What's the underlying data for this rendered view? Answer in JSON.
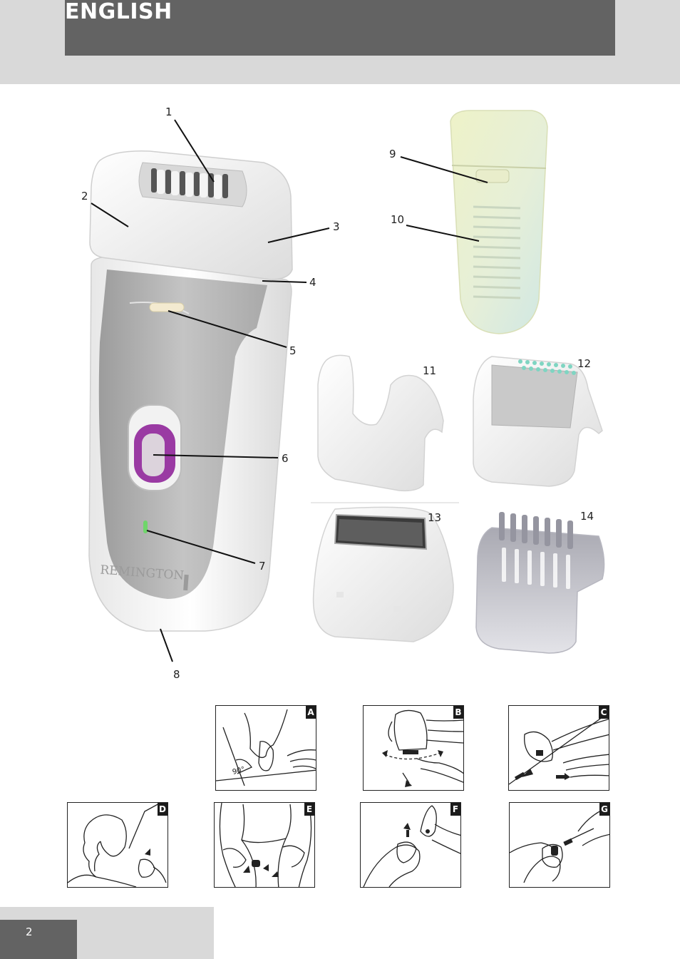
{
  "header": {
    "title": "ENGLISH"
  },
  "callouts": [
    "1",
    "2",
    "3",
    "4",
    "5",
    "6",
    "7",
    "8",
    "9",
    "10",
    "11",
    "12",
    "13",
    "14"
  ],
  "device": {
    "brand": "REMINGTON"
  },
  "panels": [
    {
      "letter": "A"
    },
    {
      "letter": "B"
    },
    {
      "letter": "C"
    },
    {
      "letter": "D"
    },
    {
      "letter": "E"
    },
    {
      "letter": "F"
    },
    {
      "letter": "G"
    }
  ],
  "angle_label": "90°",
  "footer": {
    "page_number": "2"
  },
  "colors": {
    "header_bar": "#636363",
    "band": "#d9d9d9",
    "switch": "#9a3aa3",
    "indicator": "#6fd66a"
  }
}
